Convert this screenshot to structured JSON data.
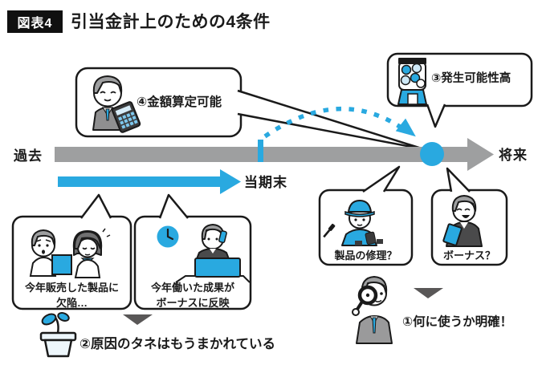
{
  "figure": {
    "badge": "図表4",
    "title": "引当金計上のための4条件"
  },
  "timeline": {
    "past": "過去",
    "future": "将来",
    "period_end": "当期末"
  },
  "conditions": {
    "c1": "①何に使うか明確！",
    "c2": "②原因のタネはもうまかれている",
    "c3": "③発生可能性高",
    "c4": "④金額算定可能"
  },
  "bubbles": {
    "defect": {
      "line1": "今年販売した製品に",
      "line2": "欠陥…"
    },
    "bonus_work": {
      "line1": "今年働いた成果が",
      "line2": "ボーナスに反映"
    },
    "repair": "製品の修理？",
    "bonus": "ボーナス？"
  },
  "colors": {
    "accent_blue": "#29a9e0",
    "timeline_gray": "#9e9fa0",
    "triangle_gray": "#595757",
    "outline": "#1a1a1a"
  }
}
